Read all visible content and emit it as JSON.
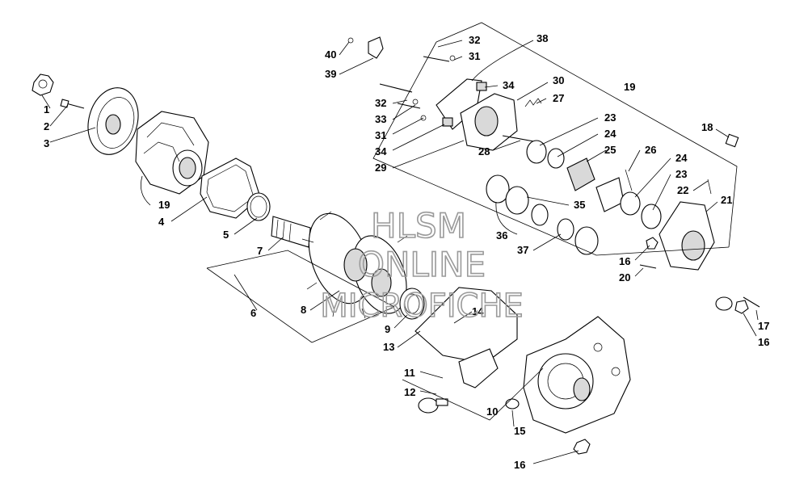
{
  "watermark": {
    "line1": "HLSM",
    "line2": "ONLINE",
    "line3": "MICROFICHE"
  },
  "callouts": [
    "1",
    "2",
    "3",
    "19",
    "4",
    "5",
    "7",
    "6",
    "8",
    "9",
    "13",
    "11",
    "12",
    "10",
    "14",
    "15",
    "16",
    "40",
    "39",
    "32",
    "31",
    "32",
    "33",
    "31",
    "34",
    "29",
    "34",
    "38",
    "30",
    "27",
    "28",
    "19",
    "23",
    "24",
    "25",
    "26",
    "24",
    "23",
    "22",
    "18",
    "21",
    "35",
    "36",
    "37",
    "16",
    "20",
    "17",
    "16"
  ]
}
